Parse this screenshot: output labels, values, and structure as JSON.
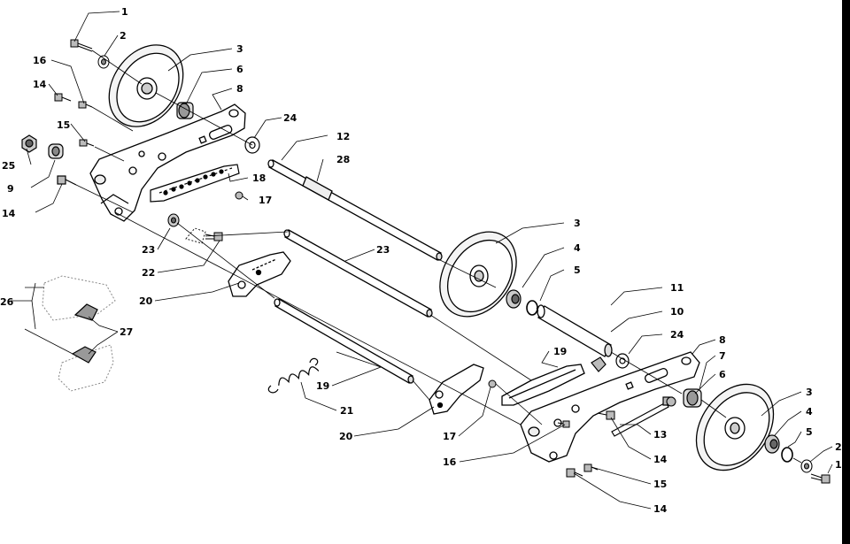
{
  "callouts": [
    {
      "id": "c1a",
      "label": "1"
    },
    {
      "id": "c2a",
      "label": "2"
    },
    {
      "id": "c3a",
      "label": "3"
    },
    {
      "id": "c6a",
      "label": "6"
    },
    {
      "id": "c8a",
      "label": "8"
    },
    {
      "id": "c16a",
      "label": "16"
    },
    {
      "id": "c14a",
      "label": "14"
    },
    {
      "id": "c15a",
      "label": "15"
    },
    {
      "id": "c24a",
      "label": "24"
    },
    {
      "id": "c12",
      "label": "12"
    },
    {
      "id": "c28",
      "label": "28"
    },
    {
      "id": "c25",
      "label": "25"
    },
    {
      "id": "c9",
      "label": "9"
    },
    {
      "id": "c18",
      "label": "18"
    },
    {
      "id": "c17a",
      "label": "17"
    },
    {
      "id": "c14b",
      "label": "14"
    },
    {
      "id": "c3b",
      "label": "3"
    },
    {
      "id": "c23a",
      "label": "23"
    },
    {
      "id": "c23b",
      "label": "23"
    },
    {
      "id": "c22",
      "label": "22"
    },
    {
      "id": "c4a",
      "label": "4"
    },
    {
      "id": "c5a",
      "label": "5"
    },
    {
      "id": "c20a",
      "label": "20"
    },
    {
      "id": "c26",
      "label": "26"
    },
    {
      "id": "c11",
      "label": "11"
    },
    {
      "id": "c27",
      "label": "27"
    },
    {
      "id": "c10",
      "label": "10"
    },
    {
      "id": "c24b",
      "label": "24"
    },
    {
      "id": "c8b",
      "label": "8"
    },
    {
      "id": "c19a",
      "label": "19"
    },
    {
      "id": "c7",
      "label": "7"
    },
    {
      "id": "c6b",
      "label": "6"
    },
    {
      "id": "c19b",
      "label": "19"
    },
    {
      "id": "c3c",
      "label": "3"
    },
    {
      "id": "c21",
      "label": "21"
    },
    {
      "id": "c4b",
      "label": "4"
    },
    {
      "id": "c20b",
      "label": "20"
    },
    {
      "id": "c17b",
      "label": "17"
    },
    {
      "id": "c13",
      "label": "13"
    },
    {
      "id": "c5b",
      "label": "5"
    },
    {
      "id": "c2b",
      "label": "2"
    },
    {
      "id": "c1b",
      "label": "1"
    },
    {
      "id": "c16b",
      "label": "16"
    },
    {
      "id": "c14c",
      "label": "14"
    },
    {
      "id": "c15b",
      "label": "15"
    },
    {
      "id": "c14d",
      "label": "14"
    }
  ]
}
